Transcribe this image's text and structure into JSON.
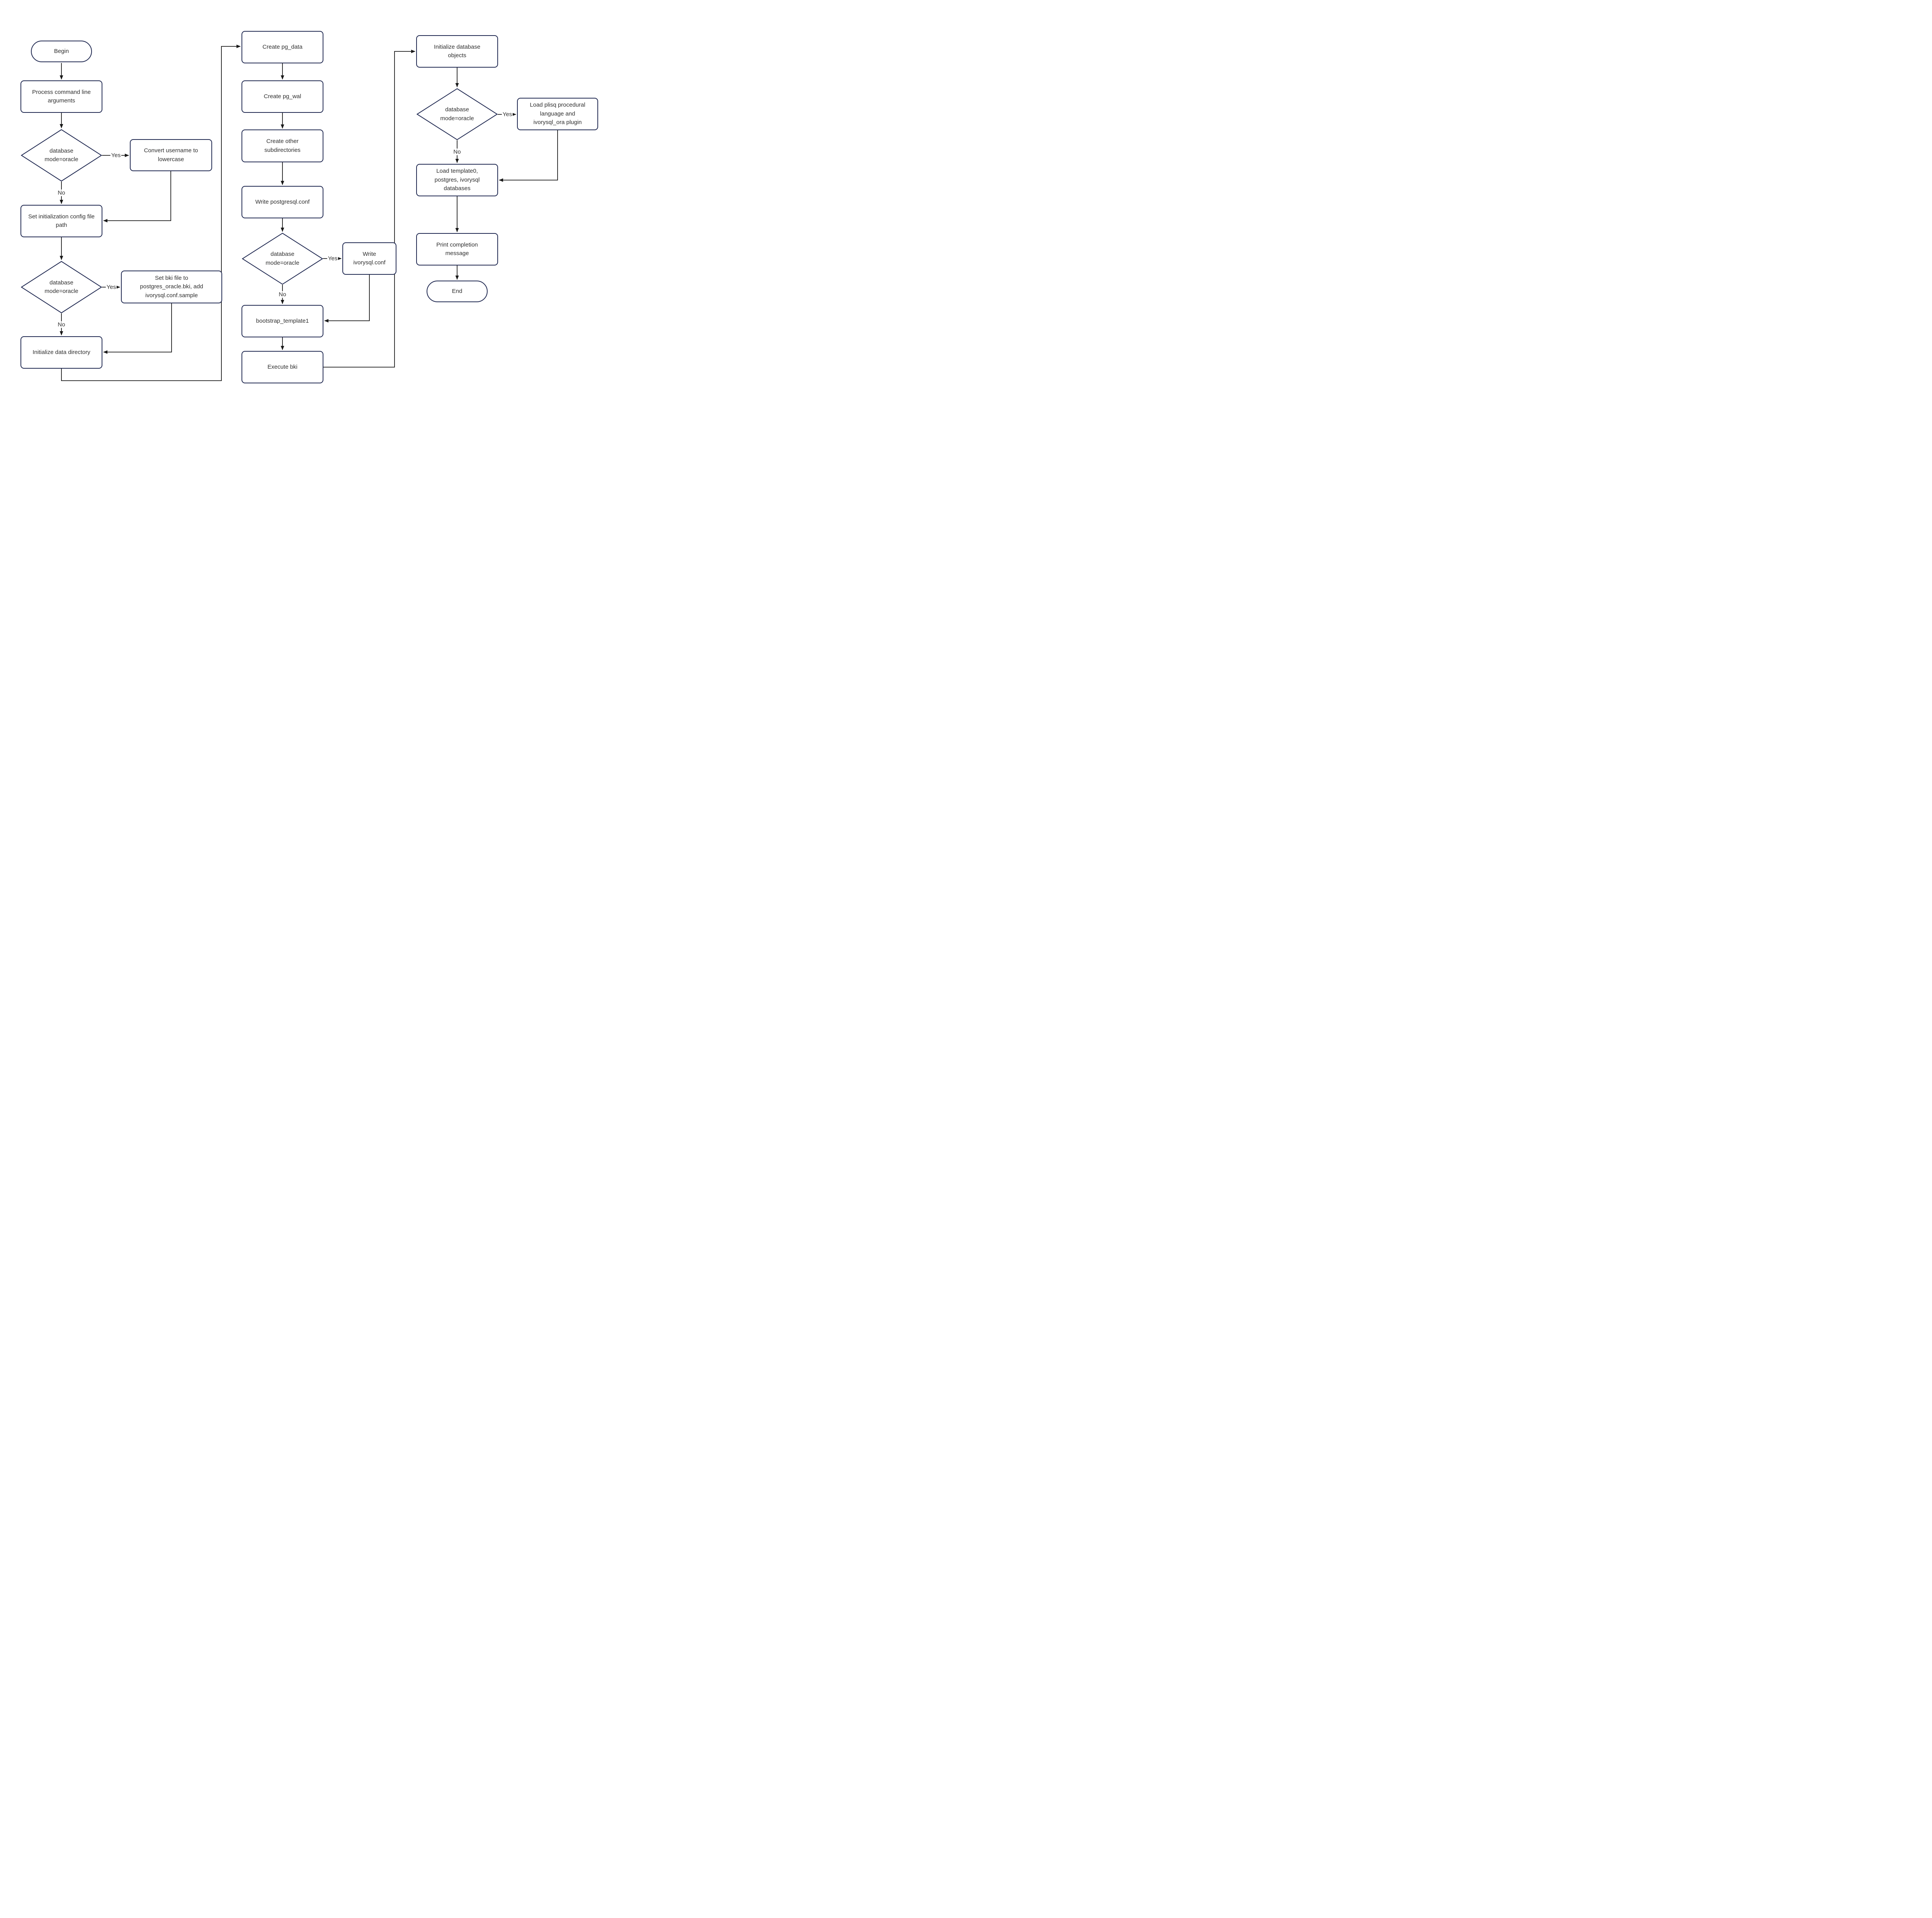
{
  "colors": {
    "node_border": "#212a52",
    "edge_line": "#191919",
    "text": "#2e2e2e",
    "background": "#ffffff"
  },
  "nodes": {
    "begin": {
      "label": "Begin",
      "shape": "stadium"
    },
    "process_args": {
      "label": "Process command line arguments",
      "shape": "rect"
    },
    "decision_mode_1": {
      "label": "database mode=oracle",
      "shape": "diamond"
    },
    "convert_username": {
      "label": "Convert username to lowercase",
      "shape": "rect"
    },
    "set_init_config": {
      "label": "Set initialization config file path",
      "shape": "rect"
    },
    "decision_mode_2": {
      "label": "database mode=oracle",
      "shape": "diamond"
    },
    "set_bki_file": {
      "label": "Set bki file to postgres_oracle.bki, add ivorysql.conf.sample",
      "shape": "rect"
    },
    "init_data_dir": {
      "label": "Initialize data directory",
      "shape": "rect"
    },
    "create_pg_data": {
      "label": "Create pg_data",
      "shape": "rect"
    },
    "create_pg_wal": {
      "label": "Create pg_wal",
      "shape": "rect"
    },
    "create_other_subdirs": {
      "label": "Create other subdirectories",
      "shape": "rect"
    },
    "write_postgresql_conf": {
      "label": "Write postgresql.conf",
      "shape": "rect"
    },
    "decision_mode_3": {
      "label": "database mode=oracle",
      "shape": "diamond"
    },
    "write_ivorysql_conf": {
      "label": "Write ivorysql.conf",
      "shape": "rect"
    },
    "bootstrap_template1": {
      "label": "bootstrap_template1",
      "shape": "rect"
    },
    "execute_bki": {
      "label": "Execute bki",
      "shape": "rect"
    },
    "init_db_objects": {
      "label": "Initialize database objects",
      "shape": "rect"
    },
    "decision_mode_4": {
      "label": "database mode=oracle",
      "shape": "diamond"
    },
    "load_plisq_plugin": {
      "label": "Load plisq procedural language and ivorysql_ora plugin",
      "shape": "rect"
    },
    "load_template_dbs": {
      "label": "Load template0, postgres, ivorysql databases",
      "shape": "rect"
    },
    "print_completion": {
      "label": "Print completion message",
      "shape": "rect"
    },
    "end": {
      "label": "End",
      "shape": "stadium"
    }
  },
  "edges": [
    {
      "from": "begin",
      "to": "process_args"
    },
    {
      "from": "process_args",
      "to": "decision_mode_1"
    },
    {
      "from": "decision_mode_1",
      "to": "convert_username",
      "label": "Yes"
    },
    {
      "from": "decision_mode_1",
      "to": "set_init_config",
      "label": "No"
    },
    {
      "from": "convert_username",
      "to": "set_init_config"
    },
    {
      "from": "set_init_config",
      "to": "decision_mode_2"
    },
    {
      "from": "decision_mode_2",
      "to": "set_bki_file",
      "label": "Yes"
    },
    {
      "from": "decision_mode_2",
      "to": "init_data_dir",
      "label": "No"
    },
    {
      "from": "set_bki_file",
      "to": "init_data_dir"
    },
    {
      "from": "init_data_dir",
      "to": "create_pg_data"
    },
    {
      "from": "create_pg_data",
      "to": "create_pg_wal"
    },
    {
      "from": "create_pg_wal",
      "to": "create_other_subdirs"
    },
    {
      "from": "create_other_subdirs",
      "to": "write_postgresql_conf"
    },
    {
      "from": "write_postgresql_conf",
      "to": "decision_mode_3"
    },
    {
      "from": "decision_mode_3",
      "to": "write_ivorysql_conf",
      "label": "Yes"
    },
    {
      "from": "decision_mode_3",
      "to": "bootstrap_template1",
      "label": "No"
    },
    {
      "from": "write_ivorysql_conf",
      "to": "bootstrap_template1"
    },
    {
      "from": "bootstrap_template1",
      "to": "execute_bki"
    },
    {
      "from": "execute_bki",
      "to": "init_db_objects"
    },
    {
      "from": "init_db_objects",
      "to": "decision_mode_4"
    },
    {
      "from": "decision_mode_4",
      "to": "load_plisq_plugin",
      "label": "Yes"
    },
    {
      "from": "decision_mode_4",
      "to": "load_template_dbs",
      "label": "No"
    },
    {
      "from": "load_plisq_plugin",
      "to": "load_template_dbs"
    },
    {
      "from": "load_template_dbs",
      "to": "print_completion"
    },
    {
      "from": "print_completion",
      "to": "end"
    }
  ]
}
